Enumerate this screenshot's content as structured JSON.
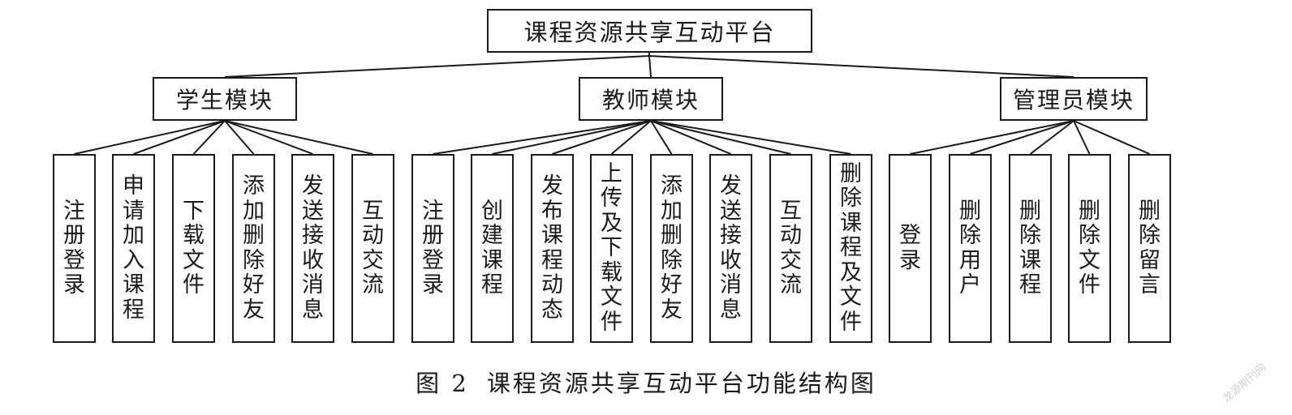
{
  "root": "课程资源共享互动平台",
  "modules": [
    {
      "label": "学生模块",
      "leaves": [
        "注册登录",
        "申请加入课程",
        "下载文件",
        "添加删除好友",
        "发送接收消息",
        "互动交流"
      ]
    },
    {
      "label": "教师模块",
      "leaves": [
        "注册登录",
        "创建课程",
        "发布课程动态",
        "上传及下载文件",
        "添加删除好友",
        "发送接收消息",
        "互动交流",
        "删除课程及文件"
      ]
    },
    {
      "label": "管理员模块",
      "leaves": [
        "登录",
        "删除用户",
        "删除课程",
        "删除文件",
        "删除留言"
      ]
    }
  ],
  "caption": {
    "figure": "图 2",
    "title": "课程资源共享互动平台功能结构图"
  },
  "watermark": "龙源期刊网"
}
